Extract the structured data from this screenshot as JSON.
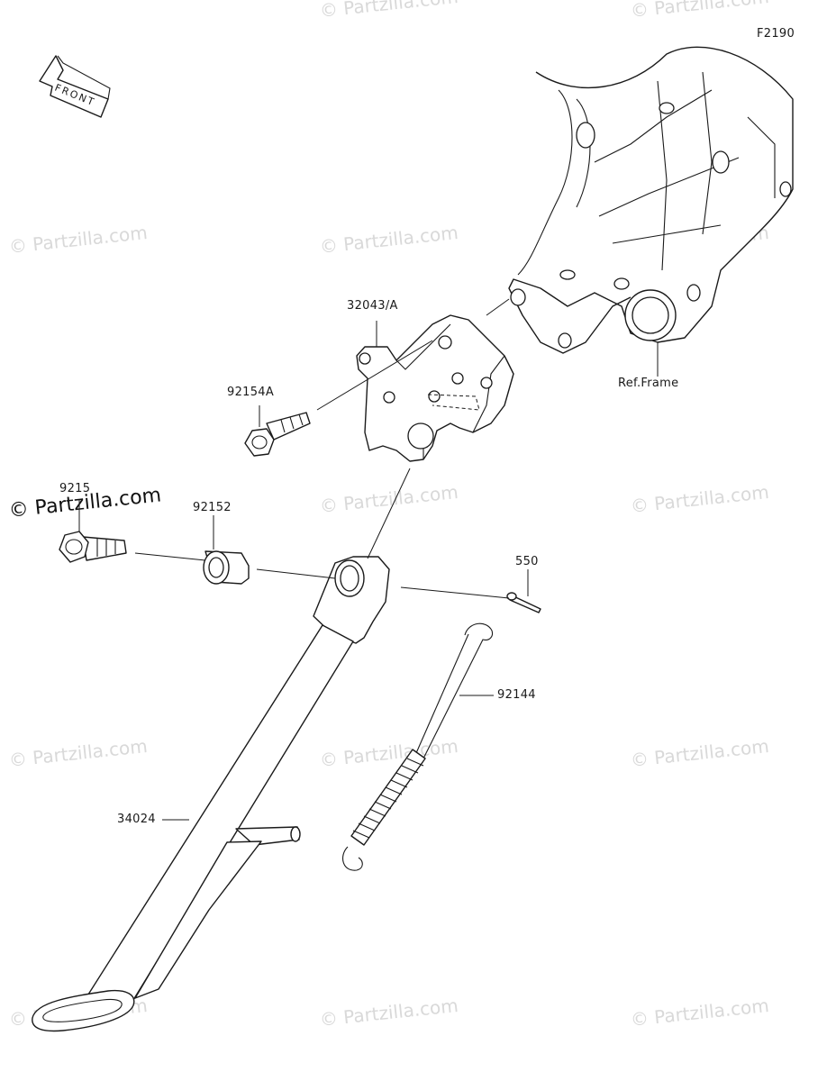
{
  "figure_code": "F2190",
  "front_indicator": "FRONT",
  "watermark_text": "© Partzilla.com",
  "parts": {
    "bracket": "32043/A",
    "bolt_bracket": "92154A",
    "bolt_stand": "9215",
    "collar": "92152",
    "cotter_pin": "550",
    "spring": "92144",
    "side_stand": "34024",
    "frame_ref": "Ref.Frame"
  },
  "colors": {
    "line": "#1a1a1a",
    "watermark": "#d9d9d9",
    "background": "#ffffff"
  }
}
